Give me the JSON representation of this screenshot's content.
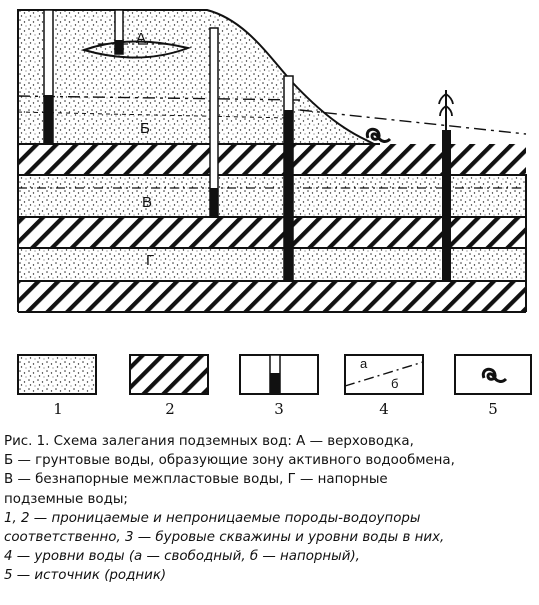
{
  "layer_labels": {
    "a": "А",
    "b": "Б",
    "v": "В",
    "g": "Г"
  },
  "legend": {
    "numbers": [
      "1",
      "2",
      "3",
      "4",
      "5"
    ],
    "level_a": "а",
    "level_b": "б"
  },
  "caption": {
    "line1": "Рис. 1. Схема залегания подземных вод: А — верховодка,",
    "line2": "Б — грунтовые воды, образующие зону активного водообмена,",
    "line3": "В — безнапорные межпластовые воды, Г — напорные",
    "line4": "подземные воды;",
    "line5": "1, 2 — проницаемые и непроницаемые породы-водоупоры",
    "line6": "соответственно, 3 — буровые скважины и уровни воды в них,",
    "line7": "4 — уровни воды (а — свободный, б — напорный),",
    "line8": "5 — источник (родник)"
  }
}
